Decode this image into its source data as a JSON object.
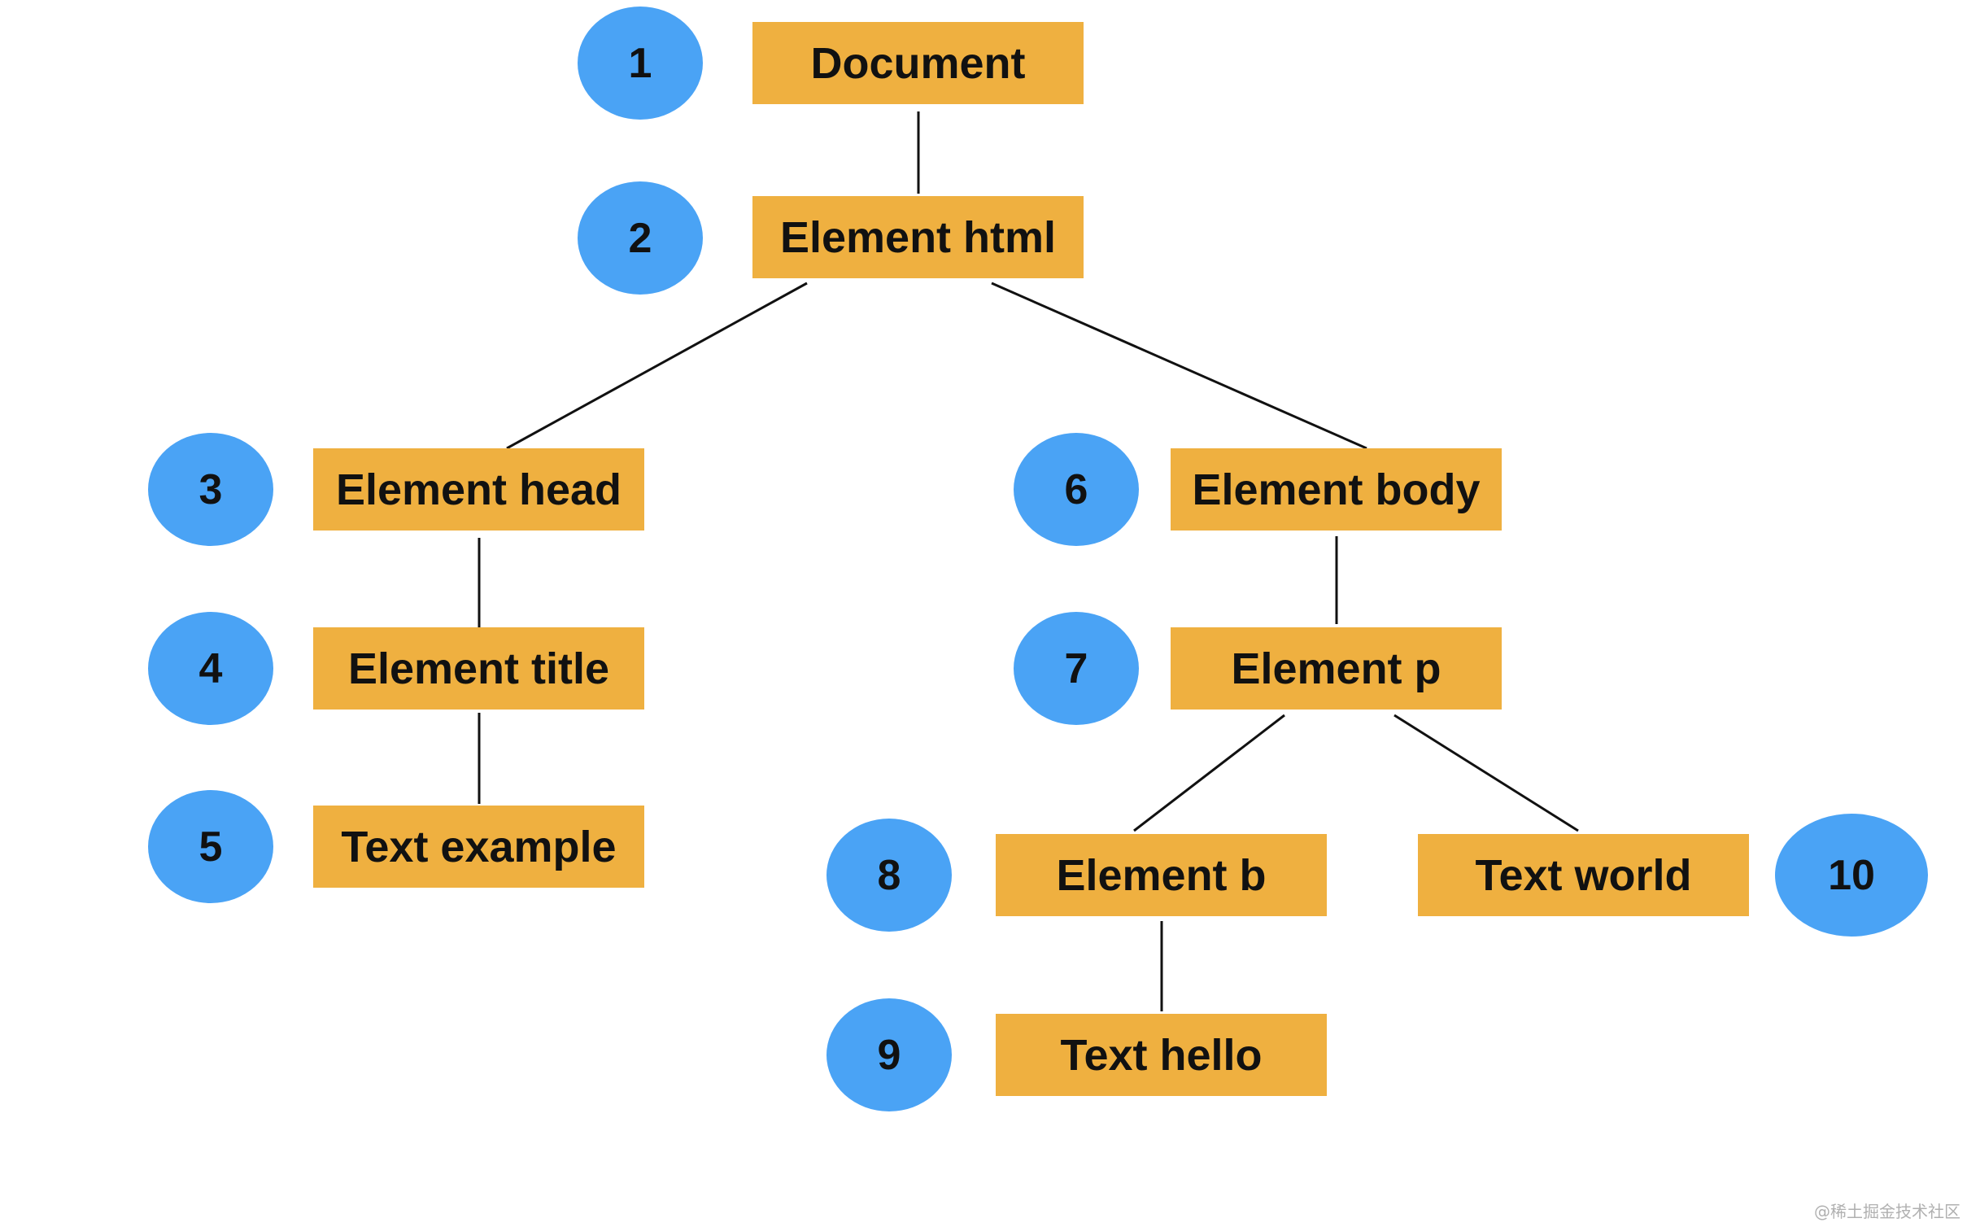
{
  "nodes": [
    {
      "id": "document",
      "label": "Document"
    },
    {
      "id": "html",
      "label": "Element html"
    },
    {
      "id": "head",
      "label": "Element head"
    },
    {
      "id": "title",
      "label": "Element title"
    },
    {
      "id": "text_example",
      "label": "Text example"
    },
    {
      "id": "body",
      "label": "Element body"
    },
    {
      "id": "p",
      "label": "Element p"
    },
    {
      "id": "b",
      "label": "Element b"
    },
    {
      "id": "text_hello",
      "label": "Text hello"
    },
    {
      "id": "text_world",
      "label": "Text world"
    }
  ],
  "badges": [
    "1",
    "2",
    "3",
    "4",
    "5",
    "6",
    "7",
    "8",
    "9",
    "10"
  ],
  "edges": [
    [
      "document",
      "html"
    ],
    [
      "html",
      "head"
    ],
    [
      "html",
      "body"
    ],
    [
      "head",
      "title"
    ],
    [
      "title",
      "text_example"
    ],
    [
      "body",
      "p"
    ],
    [
      "p",
      "b"
    ],
    [
      "p",
      "text_world"
    ],
    [
      "b",
      "text_hello"
    ]
  ],
  "colors": {
    "node_fill": "#efb040",
    "badge_fill": "#4aa3f5",
    "edge": "#111111",
    "background": "#ffffff"
  },
  "watermark": "@稀土掘金技术社区"
}
